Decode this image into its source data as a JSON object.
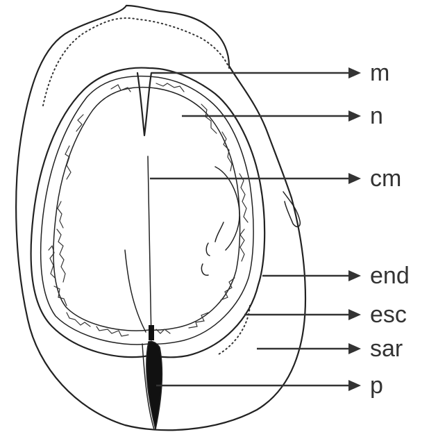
{
  "labels": {
    "m": "m",
    "n": "n",
    "cm": "cm",
    "end": "end",
    "esc": "esc",
    "sar": "sar",
    "p": "p"
  },
  "colors": {
    "ink": "#222222",
    "background": "#ffffff"
  }
}
